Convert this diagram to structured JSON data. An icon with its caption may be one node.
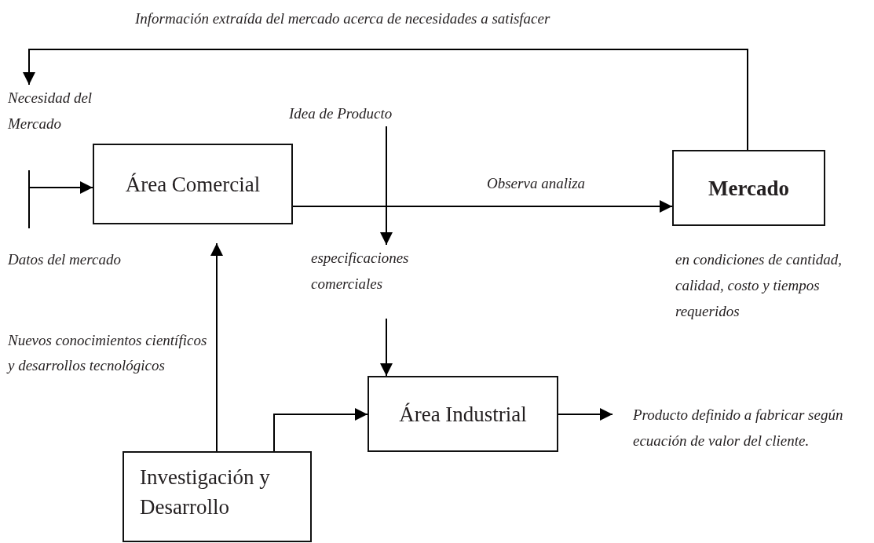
{
  "diagram": {
    "nodes": [
      {
        "text": [
          "Área Comercial"
        ]
      },
      {
        "text": [
          "Mercado"
        ]
      },
      {
        "text": [
          "Área Industrial"
        ]
      },
      {
        "text": [
          "Investigación y Desarrollo"
        ]
      },
      {
        "text": [
          "Necesidad del Mercado"
        ]
      },
      {
        "text": [
          "Idea  de Producto"
        ]
      },
      {
        "text": [
          "especificaciones comerciales"
        ]
      },
      {
        "text": [
          "Producto definido a fabricar según ecuación de valor del cliente."
        ]
      }
    ],
    "edges": [
      {
        "from": 1,
        "to": 4,
        "arrow": "to",
        "label": "Información extraída del mercado acerca de necesidades a satisfacer"
      },
      {
        "from": null,
        "to": 0,
        "arrow": "to"
      },
      {
        "from": 0,
        "to": 1,
        "arrow": "to",
        "label": "Observa analiza"
      },
      {
        "from": 5,
        "to": 6,
        "arrow": "to"
      },
      {
        "from": 6,
        "to": 2,
        "arrow": "to"
      },
      {
        "from": 3,
        "to": 0,
        "arrow": "to",
        "label": "Nuevos conocimientos científicos  y desarrollos tecnológicos"
      },
      {
        "from": 3,
        "to": 2,
        "arrow": "to"
      },
      {
        "from": 2,
        "to": 7,
        "arrow": "to"
      }
    ],
    "labels": [
      "Datos del mercado",
      "en condiciones de cantidad, calidad, costo y tiempos requeridos"
    ]
  }
}
